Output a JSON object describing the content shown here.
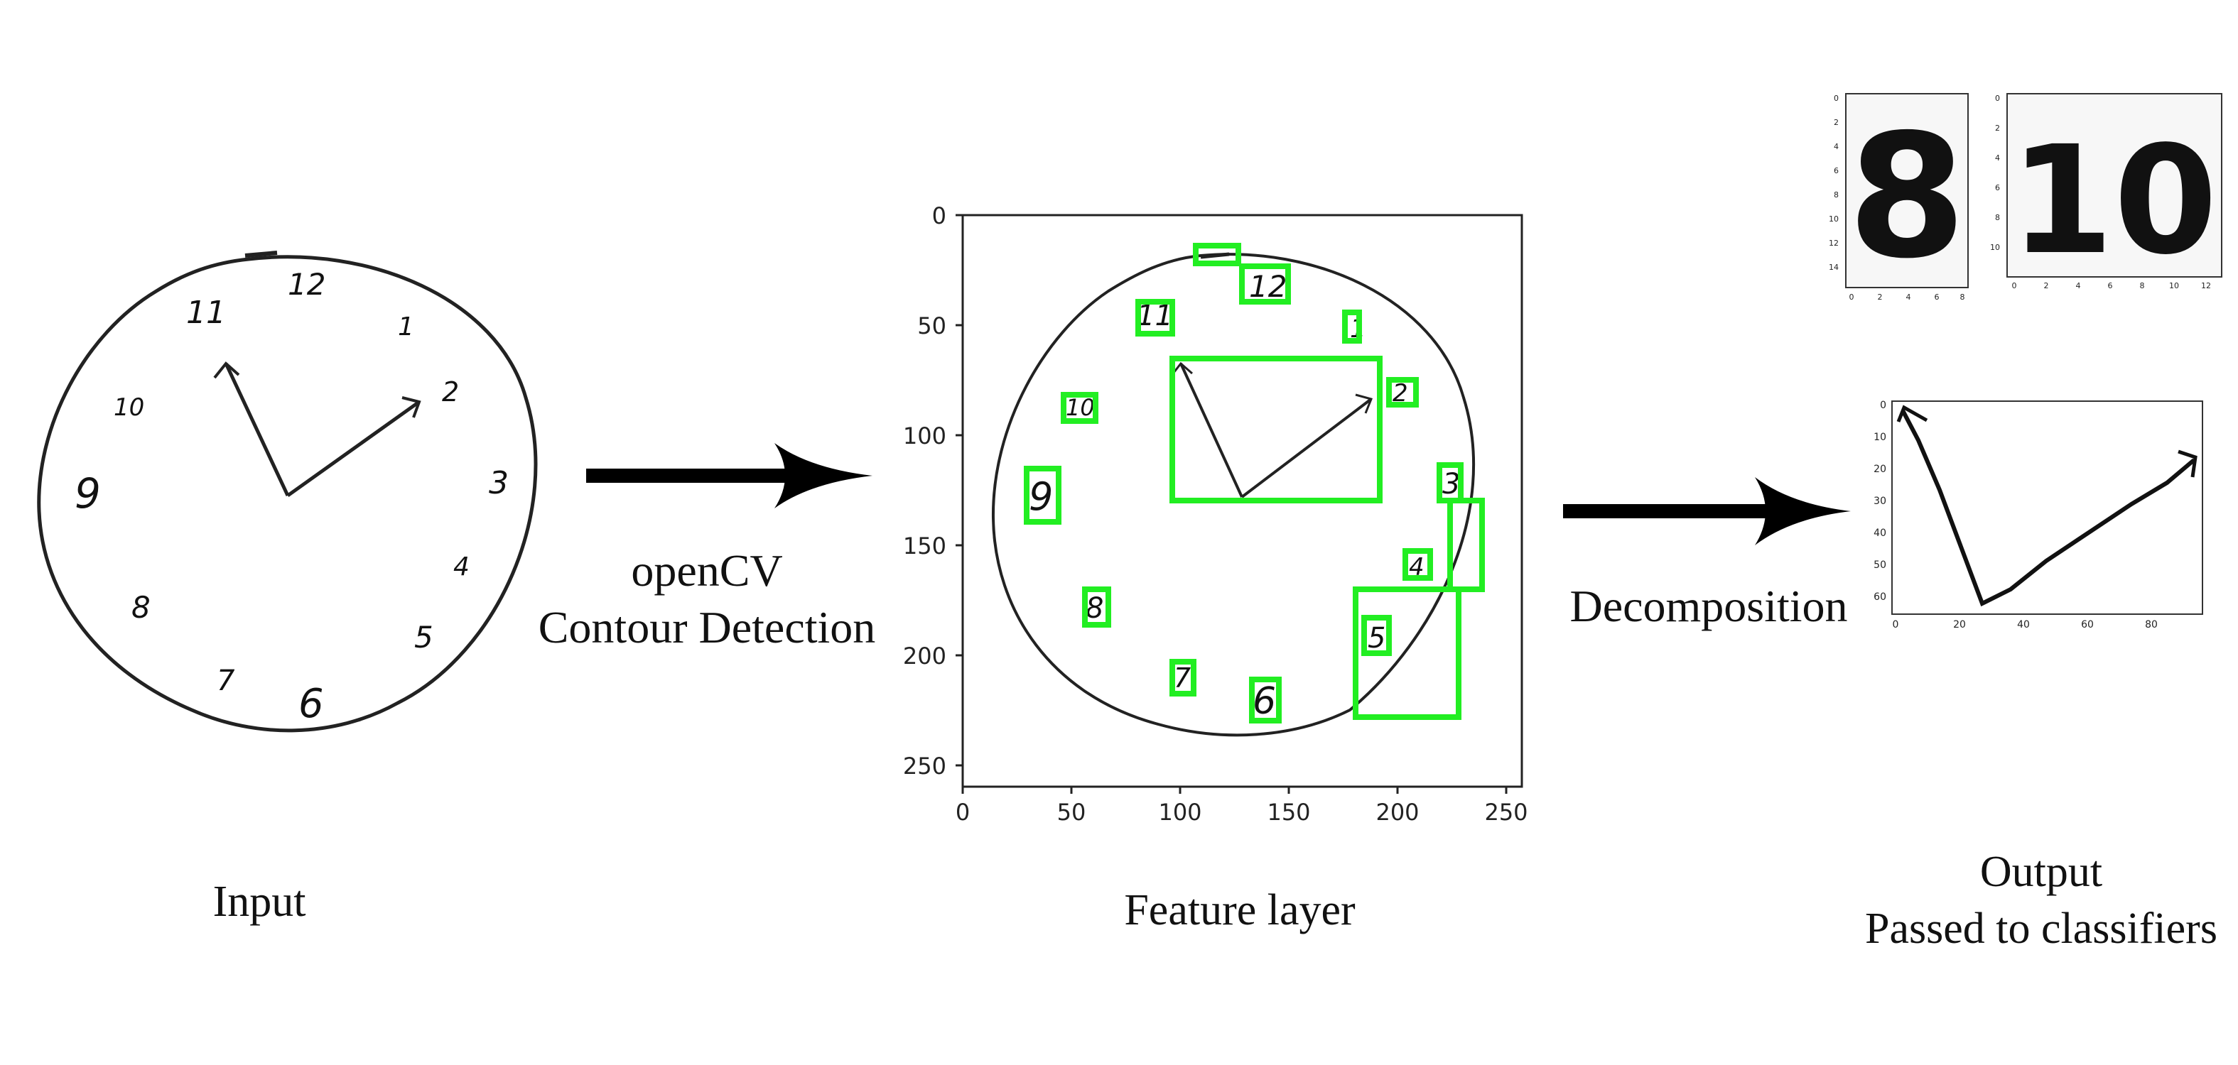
{
  "stages": {
    "input": {
      "caption": "Input"
    },
    "feature": {
      "caption": "Feature layer"
    },
    "output": {
      "caption_line1": "Output",
      "caption_line2": "Passed to classifiers"
    }
  },
  "arrows": {
    "first": {
      "label_line1": "openCV",
      "label_line2": "Contour Detection"
    },
    "second": {
      "label": "Decomposition"
    }
  },
  "clock_digits": [
    "12",
    "1",
    "2",
    "3",
    "4",
    "5",
    "6",
    "7",
    "8",
    "9",
    "10",
    "11"
  ],
  "feature_plot": {
    "x_ticks": [
      "0",
      "50",
      "100",
      "150",
      "200",
      "250"
    ],
    "y_ticks": [
      "0",
      "50",
      "100",
      "150",
      "200",
      "250"
    ],
    "box_color": "#22ee22"
  },
  "digit_thumb_8": {
    "glyph": "8",
    "x_ticks": [
      "0",
      "2",
      "4",
      "6",
      "8"
    ],
    "y_ticks": [
      "0",
      "2",
      "4",
      "6",
      "8",
      "10",
      "12",
      "14"
    ]
  },
  "digit_thumb_10": {
    "glyph": "10",
    "x_ticks": [
      "0",
      "2",
      "4",
      "6",
      "8",
      "10",
      "12"
    ],
    "y_ticks": [
      "0",
      "2",
      "4",
      "6",
      "8",
      "10"
    ]
  },
  "hands_thumb": {
    "x_ticks": [
      "0",
      "20",
      "40",
      "60",
      "80"
    ],
    "y_ticks": [
      "0",
      "10",
      "20",
      "30",
      "40",
      "50",
      "60"
    ]
  }
}
